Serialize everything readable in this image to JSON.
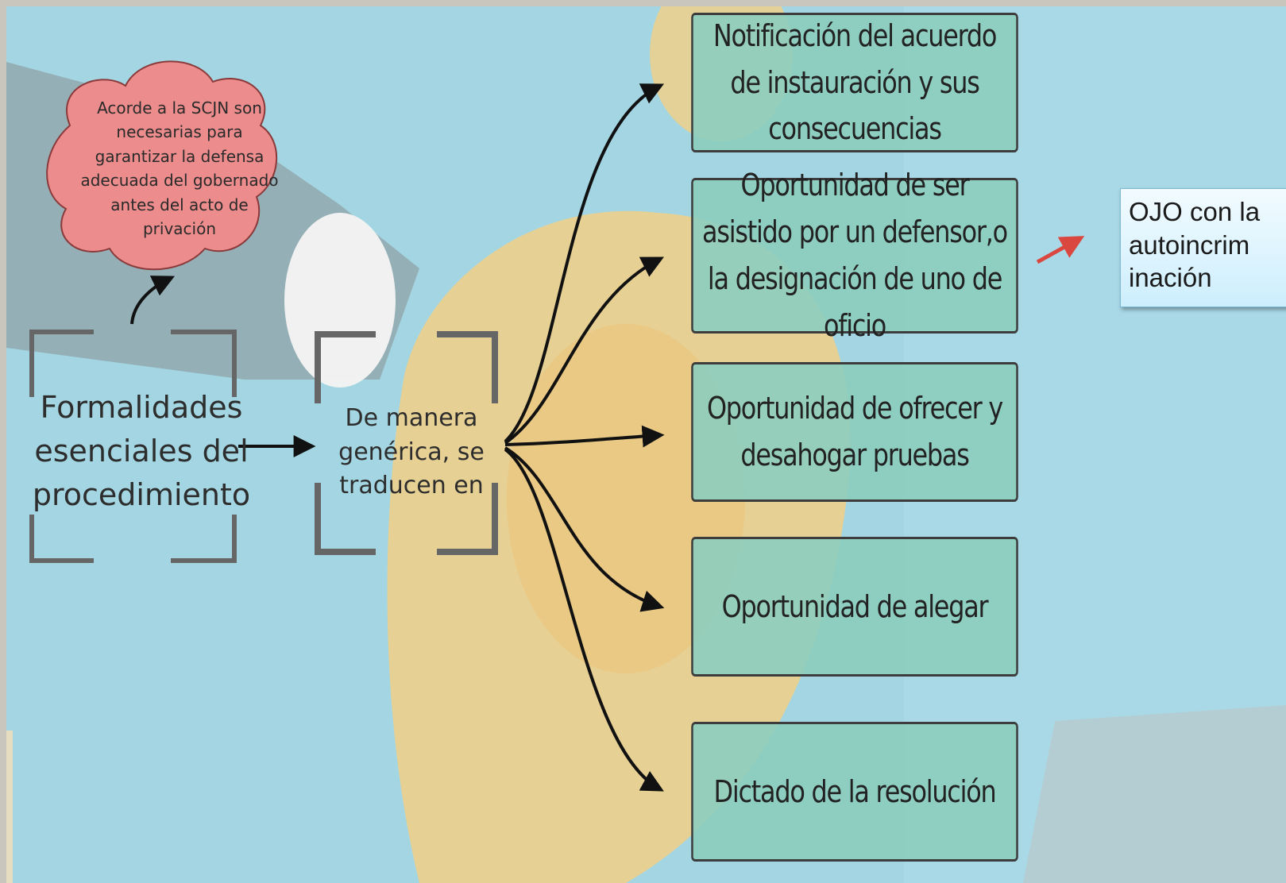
{
  "diagram": {
    "cloud_text": "Acorde a la SCJN son necesarias para garantizar la defensa adecuada del gobernado antes del acto de privación",
    "left_label": "Formalidades esenciales del procedimiento",
    "mid_label": "De manera genérica, se traducen en",
    "boxes": [
      "Notificación del acuerdo de instauración y sus consecuencias",
      "Oportunidad de ser asistido por un defensor,o la designación de uno de oficio",
      "Oportunidad de ofrecer y desahogar pruebas",
      "Oportunidad de alegar",
      "Dictado de la resolución"
    ],
    "note": "OJO con la autoincrim inación"
  },
  "colors": {
    "box_fill": "#8ccdbe",
    "cloud_fill": "#ec8c8c",
    "bracket": "#666666",
    "arrow": "#111111",
    "note_arrow": "#d9473f"
  }
}
